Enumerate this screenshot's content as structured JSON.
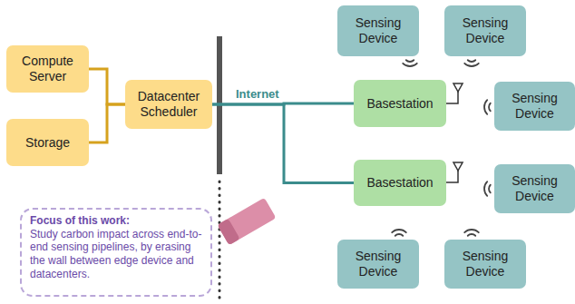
{
  "diagram": {
    "nodes": [
      {
        "text": [
          "Compute Server"
        ]
      },
      {
        "text": [
          "Storage"
        ]
      },
      {
        "text": [
          "Datacenter Scheduler"
        ]
      },
      {
        "text": [
          "Sensing Device"
        ]
      },
      {
        "text": [
          "Sensing Device"
        ]
      },
      {
        "text": [
          "Basestation"
        ]
      },
      {
        "text": [
          "Sensing Device"
        ]
      },
      {
        "text": [
          "Basestation"
        ]
      },
      {
        "text": [
          "Sensing Device"
        ]
      },
      {
        "text": [
          "Sensing Device"
        ]
      },
      {
        "text": [
          "Sensing Device"
        ]
      },
      {
        "text": [
          "Focus of this work:",
          "Study carbon impact across end-to-end sensing pipelines, by erasing the wall between edge device and datacenters."
        ]
      }
    ],
    "edges": [
      {
        "from": 0,
        "to": 2,
        "arrow": "none"
      },
      {
        "from": 1,
        "to": 2,
        "arrow": "none"
      },
      {
        "from": 2,
        "to": 5,
        "label": "Internet",
        "arrow": "none"
      },
      {
        "from": 2,
        "to": 7,
        "arrow": "none"
      }
    ]
  }
}
